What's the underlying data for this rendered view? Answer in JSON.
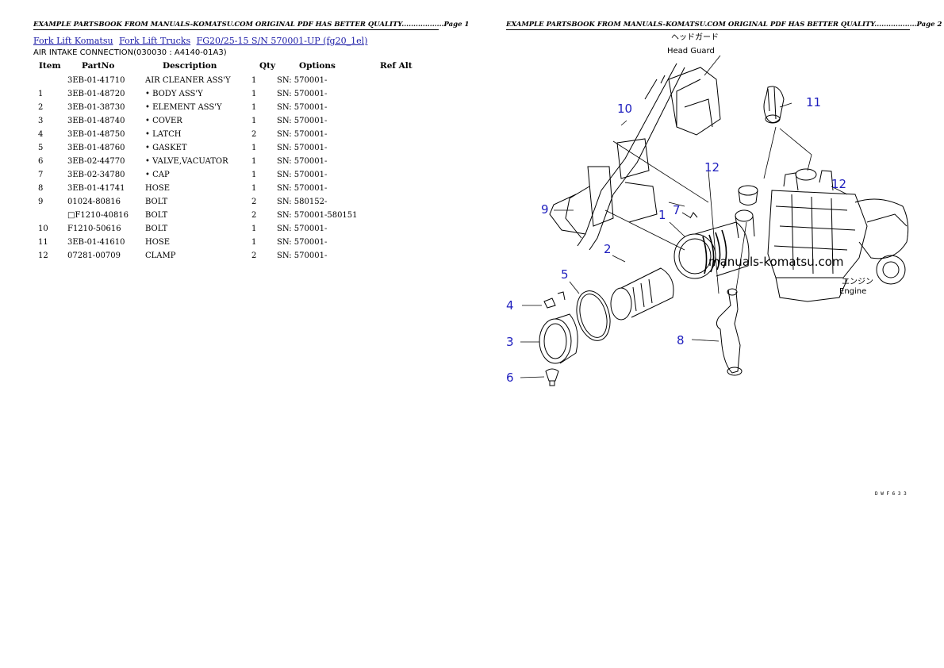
{
  "header": {
    "page1": "EXAMPLE PARTSBOOK FROM MANUALS-KOMATSU.COM ORIGINAL PDF HAS BETTER QUALITY..................Page 1",
    "page2": "EXAMPLE PARTSBOOK FROM MANUALS-KOMATSU.COM ORIGINAL PDF HAS BETTER QUALITY..................Page 2"
  },
  "breadcrumb": [
    "Fork Lift Komatsu",
    "Fork Lift Trucks",
    "FG20/25-15 S/N  570001-UP (fg20_1el)"
  ],
  "subtitle": "AIR INTAKE CONNECTION(030030 : A4140-01A3)",
  "table": {
    "headers": [
      "Item",
      "PartNo",
      "Description",
      "Qty",
      "Options",
      "Ref Alt"
    ],
    "rows": [
      {
        "item": "",
        "part": "3EB-01-41710",
        "desc": "AIR CLEANER ASS'Y",
        "qty": "1",
        "opt": "SN: 570001-",
        "ref": ""
      },
      {
        "item": "1",
        "part": "3EB-01-48720",
        "desc": "• BODY ASS'Y",
        "qty": "1",
        "opt": "SN: 570001-",
        "ref": ""
      },
      {
        "item": "2",
        "part": "3EB-01-38730",
        "desc": "• ELEMENT ASS'Y",
        "qty": "1",
        "opt": "SN: 570001-",
        "ref": ""
      },
      {
        "item": "3",
        "part": "3EB-01-48740",
        "desc": "• COVER",
        "qty": "1",
        "opt": "SN: 570001-",
        "ref": ""
      },
      {
        "item": "4",
        "part": "3EB-01-48750",
        "desc": "• LATCH",
        "qty": "2",
        "opt": "SN: 570001-",
        "ref": ""
      },
      {
        "item": "5",
        "part": "3EB-01-48760",
        "desc": "• GASKET",
        "qty": "1",
        "opt": "SN: 570001-",
        "ref": ""
      },
      {
        "item": "6",
        "part": "3EB-02-44770",
        "desc": "• VALVE,VACUATOR",
        "qty": "1",
        "opt": "SN: 570001-",
        "ref": ""
      },
      {
        "item": "7",
        "part": "3EB-02-34780",
        "desc": "• CAP",
        "qty": "1",
        "opt": "SN: 570001-",
        "ref": ""
      },
      {
        "item": "8",
        "part": "3EB-01-41741",
        "desc": "HOSE",
        "qty": "1",
        "opt": "SN: 570001-",
        "ref": ""
      },
      {
        "item": "9",
        "part": "01024-80816",
        "desc": "BOLT",
        "qty": "2",
        "opt": "SN: 580152-",
        "ref": ""
      },
      {
        "item": "",
        "part": "□F1210-40816",
        "desc": "BOLT",
        "qty": "2",
        "opt": "SN: 570001-580151",
        "ref": ""
      },
      {
        "item": "10",
        "part": "F1210-50616",
        "desc": "BOLT",
        "qty": "1",
        "opt": "SN: 570001-",
        "ref": ""
      },
      {
        "item": "11",
        "part": "3EB-01-41610",
        "desc": "HOSE",
        "qty": "1",
        "opt": "SN: 570001-",
        "ref": ""
      },
      {
        "item": "12",
        "part": "07281-00709",
        "desc": "CLAMP",
        "qty": "2",
        "opt": "SN: 570001-",
        "ref": ""
      }
    ]
  },
  "diagram": {
    "callouts": [
      "10",
      "11",
      "12",
      "12",
      "9",
      "1",
      "7",
      "2",
      "5",
      "4",
      "3",
      "8",
      "6"
    ],
    "head_guard_jp": "ヘッドガード",
    "head_guard_en": "Head Guard",
    "engine_jp": "エンジン",
    "engine_en": "Engine",
    "watermark": "manuals-komatsu.com",
    "drawing_code": "D W F 6 3 3"
  }
}
